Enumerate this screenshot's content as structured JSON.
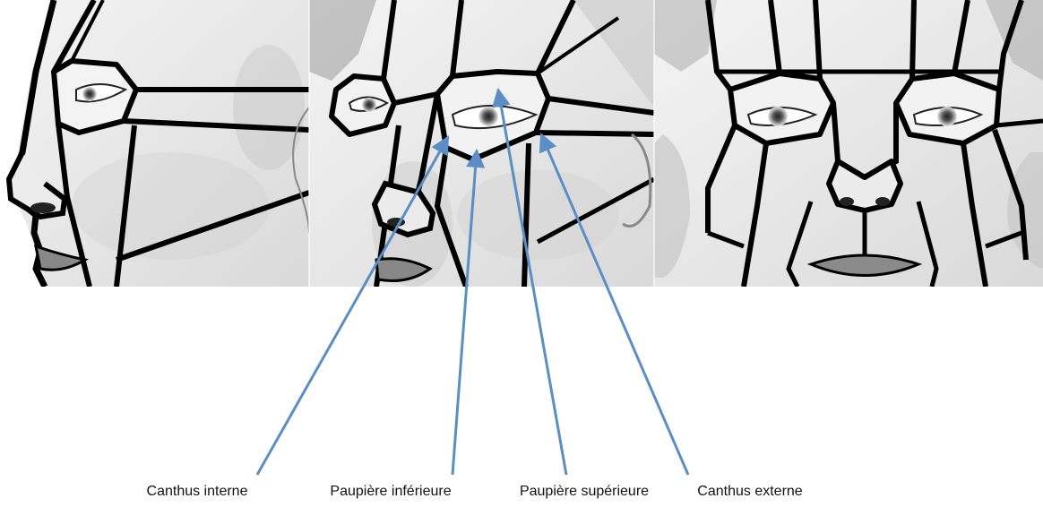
{
  "labels": {
    "canthus_interne": "Canthus interne",
    "paupiere_inferieure": "Paupière inférieure",
    "paupiere_superieure": "Paupière supérieure",
    "canthus_externe": "Canthus externe"
  },
  "colors": {
    "arrow": "#5b8ec4",
    "outline": "#000000",
    "shading": "#bdbdbd",
    "background": "#ffffff"
  },
  "illustration": {
    "panels": [
      "profile-view",
      "three-quarter-view",
      "frontal-view"
    ]
  }
}
